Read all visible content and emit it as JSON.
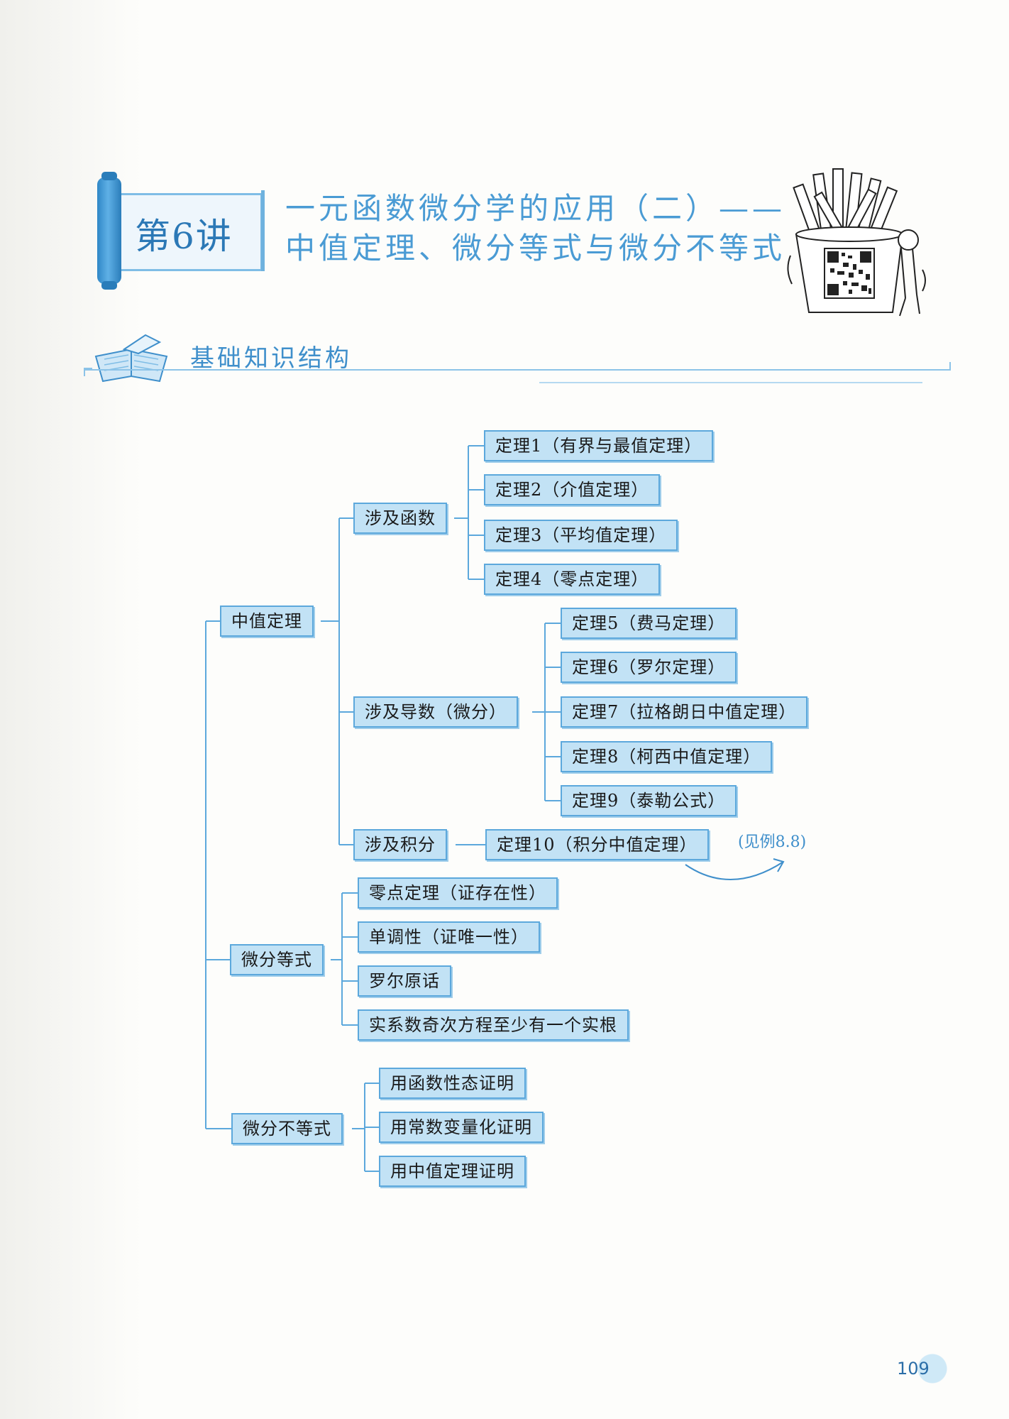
{
  "chapter": {
    "number_label": "第6讲",
    "title_line1": "一元函数微分学的应用（二）——",
    "title_line2": "中值定理、微分等式与微分不等式"
  },
  "section": {
    "title": "基础知识结构"
  },
  "map": {
    "root_mean_value": "中值定理",
    "branch_function": "涉及函数",
    "thm1": "定理1（有界与最值定理）",
    "thm2": "定理2（介值定理）",
    "thm3": "定理3（平均值定理）",
    "thm4": "定理4（零点定理）",
    "branch_derivative": "涉及导数（微分）",
    "thm5": "定理5（费马定理）",
    "thm6": "定理6（罗尔定理）",
    "thm7": "定理7（拉格朗日中值定理）",
    "thm8": "定理8（柯西中值定理）",
    "thm9": "定理9（泰勒公式）",
    "branch_integral": "涉及积分",
    "thm10": "定理10（积分中值定理）",
    "note": "(见例8.8)",
    "root_equation": "微分等式",
    "eq1": "零点定理（证存在性）",
    "eq2": "单调性（证唯一性）",
    "eq3": "罗尔原话",
    "eq4": "实系数奇次方程至少有一个实根",
    "root_inequality": "微分不等式",
    "ineq1": "用函数性态证明",
    "ineq2": "用常数变量化证明",
    "ineq3": "用中值定理证明"
  },
  "page_number": "109",
  "colors": {
    "accent": "#3f8fcb",
    "node_fill": "#c2e2f5",
    "node_border": "#5ca8dc"
  }
}
